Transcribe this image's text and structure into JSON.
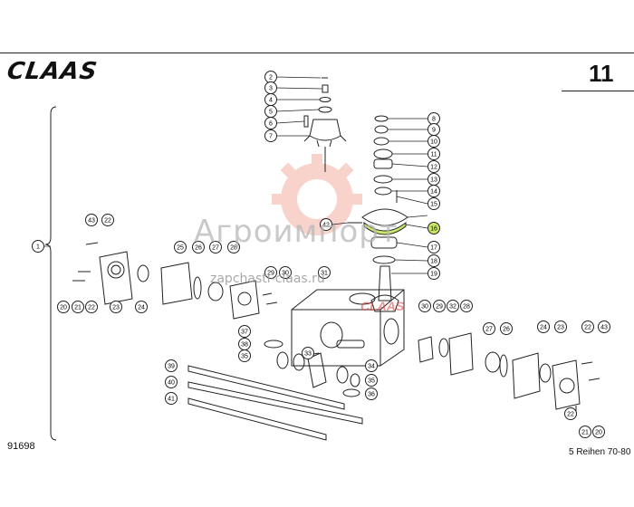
{
  "header": {
    "brand": "CLAAS",
    "page_number": "11"
  },
  "footer": {
    "doc_number": "91698",
    "note": "5 Reihen 70-80"
  },
  "watermark": {
    "text": "Агроимпорт",
    "url": "zapchasti-claas.ru",
    "red_text": "CLAAS"
  },
  "colors": {
    "highlight": "#c8e86a",
    "line": "#222222",
    "gear_watermark": "#f0a090"
  },
  "callouts": [
    {
      "id": "c1",
      "label": "1"
    },
    {
      "id": "c2",
      "label": "2"
    },
    {
      "id": "c3",
      "label": "3"
    },
    {
      "id": "c4",
      "label": "4"
    },
    {
      "id": "c5",
      "label": "5"
    },
    {
      "id": "c6",
      "label": "6"
    },
    {
      "id": "c7",
      "label": "7"
    },
    {
      "id": "c8",
      "label": "8"
    },
    {
      "id": "c9",
      "label": "9"
    },
    {
      "id": "c10",
      "label": "10"
    },
    {
      "id": "c11",
      "label": "11"
    },
    {
      "id": "c12",
      "label": "12"
    },
    {
      "id": "c13",
      "label": "13"
    },
    {
      "id": "c14",
      "label": "14"
    },
    {
      "id": "c15",
      "label": "15"
    },
    {
      "id": "c16",
      "label": "16",
      "highlight": true
    },
    {
      "id": "c17",
      "label": "17"
    },
    {
      "id": "c18",
      "label": "18"
    },
    {
      "id": "c19",
      "label": "19"
    },
    {
      "id": "c42",
      "label": "42"
    },
    {
      "id": "c43a",
      "label": "43"
    },
    {
      "id": "c22a",
      "label": "22"
    },
    {
      "id": "c20a",
      "label": "20"
    },
    {
      "id": "c21a",
      "label": "21"
    },
    {
      "id": "c22b",
      "label": "22"
    },
    {
      "id": "c23a",
      "label": "23"
    },
    {
      "id": "c24a",
      "label": "24"
    },
    {
      "id": "c25a",
      "label": "25"
    },
    {
      "id": "c26a",
      "label": "26"
    },
    {
      "id": "c27a",
      "label": "27"
    },
    {
      "id": "c28a",
      "label": "28"
    },
    {
      "id": "c29a",
      "label": "29"
    },
    {
      "id": "c30a",
      "label": "30"
    },
    {
      "id": "c31",
      "label": "31"
    },
    {
      "id": "c30b",
      "label": "30"
    },
    {
      "id": "c29b",
      "label": "29"
    },
    {
      "id": "c32",
      "label": "32"
    },
    {
      "id": "c28b",
      "label": "28"
    },
    {
      "id": "c27b",
      "label": "27"
    },
    {
      "id": "c26b",
      "label": "26"
    },
    {
      "id": "c24b",
      "label": "24"
    },
    {
      "id": "c23b",
      "label": "23"
    },
    {
      "id": "c22c",
      "label": "22"
    },
    {
      "id": "c43b",
      "label": "43"
    },
    {
      "id": "c22d",
      "label": "22"
    },
    {
      "id": "c21b",
      "label": "21"
    },
    {
      "id": "c20b",
      "label": "20"
    },
    {
      "id": "c37",
      "label": "37"
    },
    {
      "id": "c38",
      "label": "38"
    },
    {
      "id": "c35a",
      "label": "35"
    },
    {
      "id": "c33",
      "label": "33"
    },
    {
      "id": "c34",
      "label": "34"
    },
    {
      "id": "c35b",
      "label": "35"
    },
    {
      "id": "c36",
      "label": "36"
    },
    {
      "id": "c39",
      "label": "39"
    },
    {
      "id": "c40",
      "label": "40"
    },
    {
      "id": "c41",
      "label": "41"
    }
  ]
}
